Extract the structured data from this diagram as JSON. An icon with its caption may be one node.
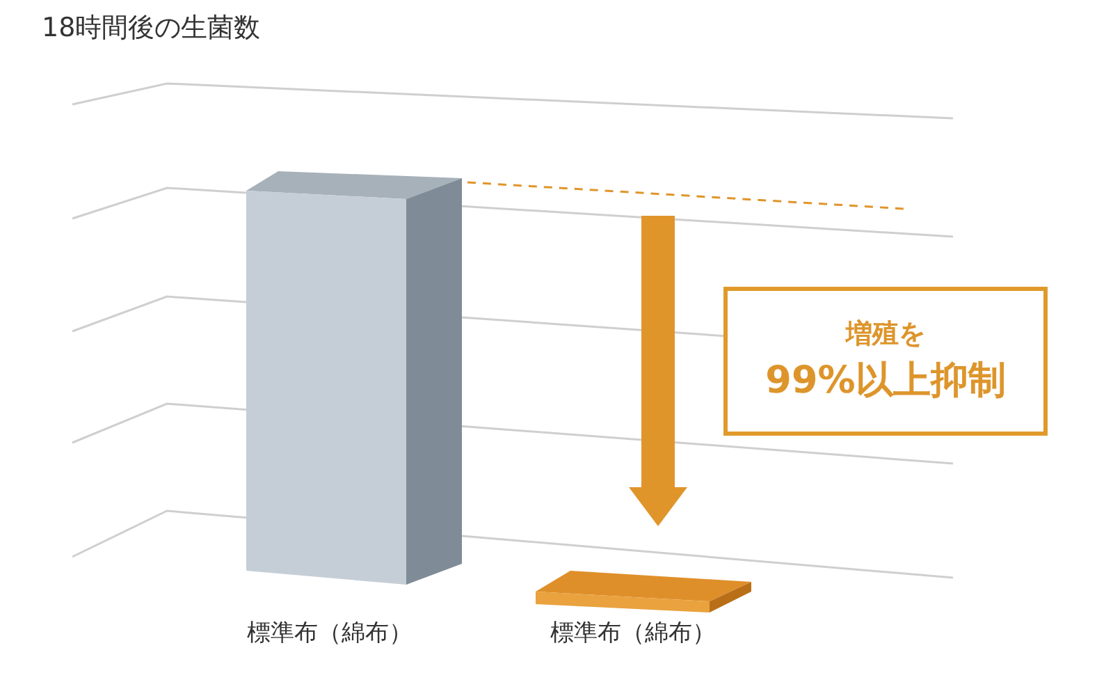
{
  "diagram": {
    "title": "18時間後の生菌数",
    "nodes": [
      {
        "text": [
          "増殖を",
          "99%以上抑制"
        ]
      }
    ],
    "labels": [
      "標準布（綿布）",
      "標準布（綿布）"
    ]
  }
}
